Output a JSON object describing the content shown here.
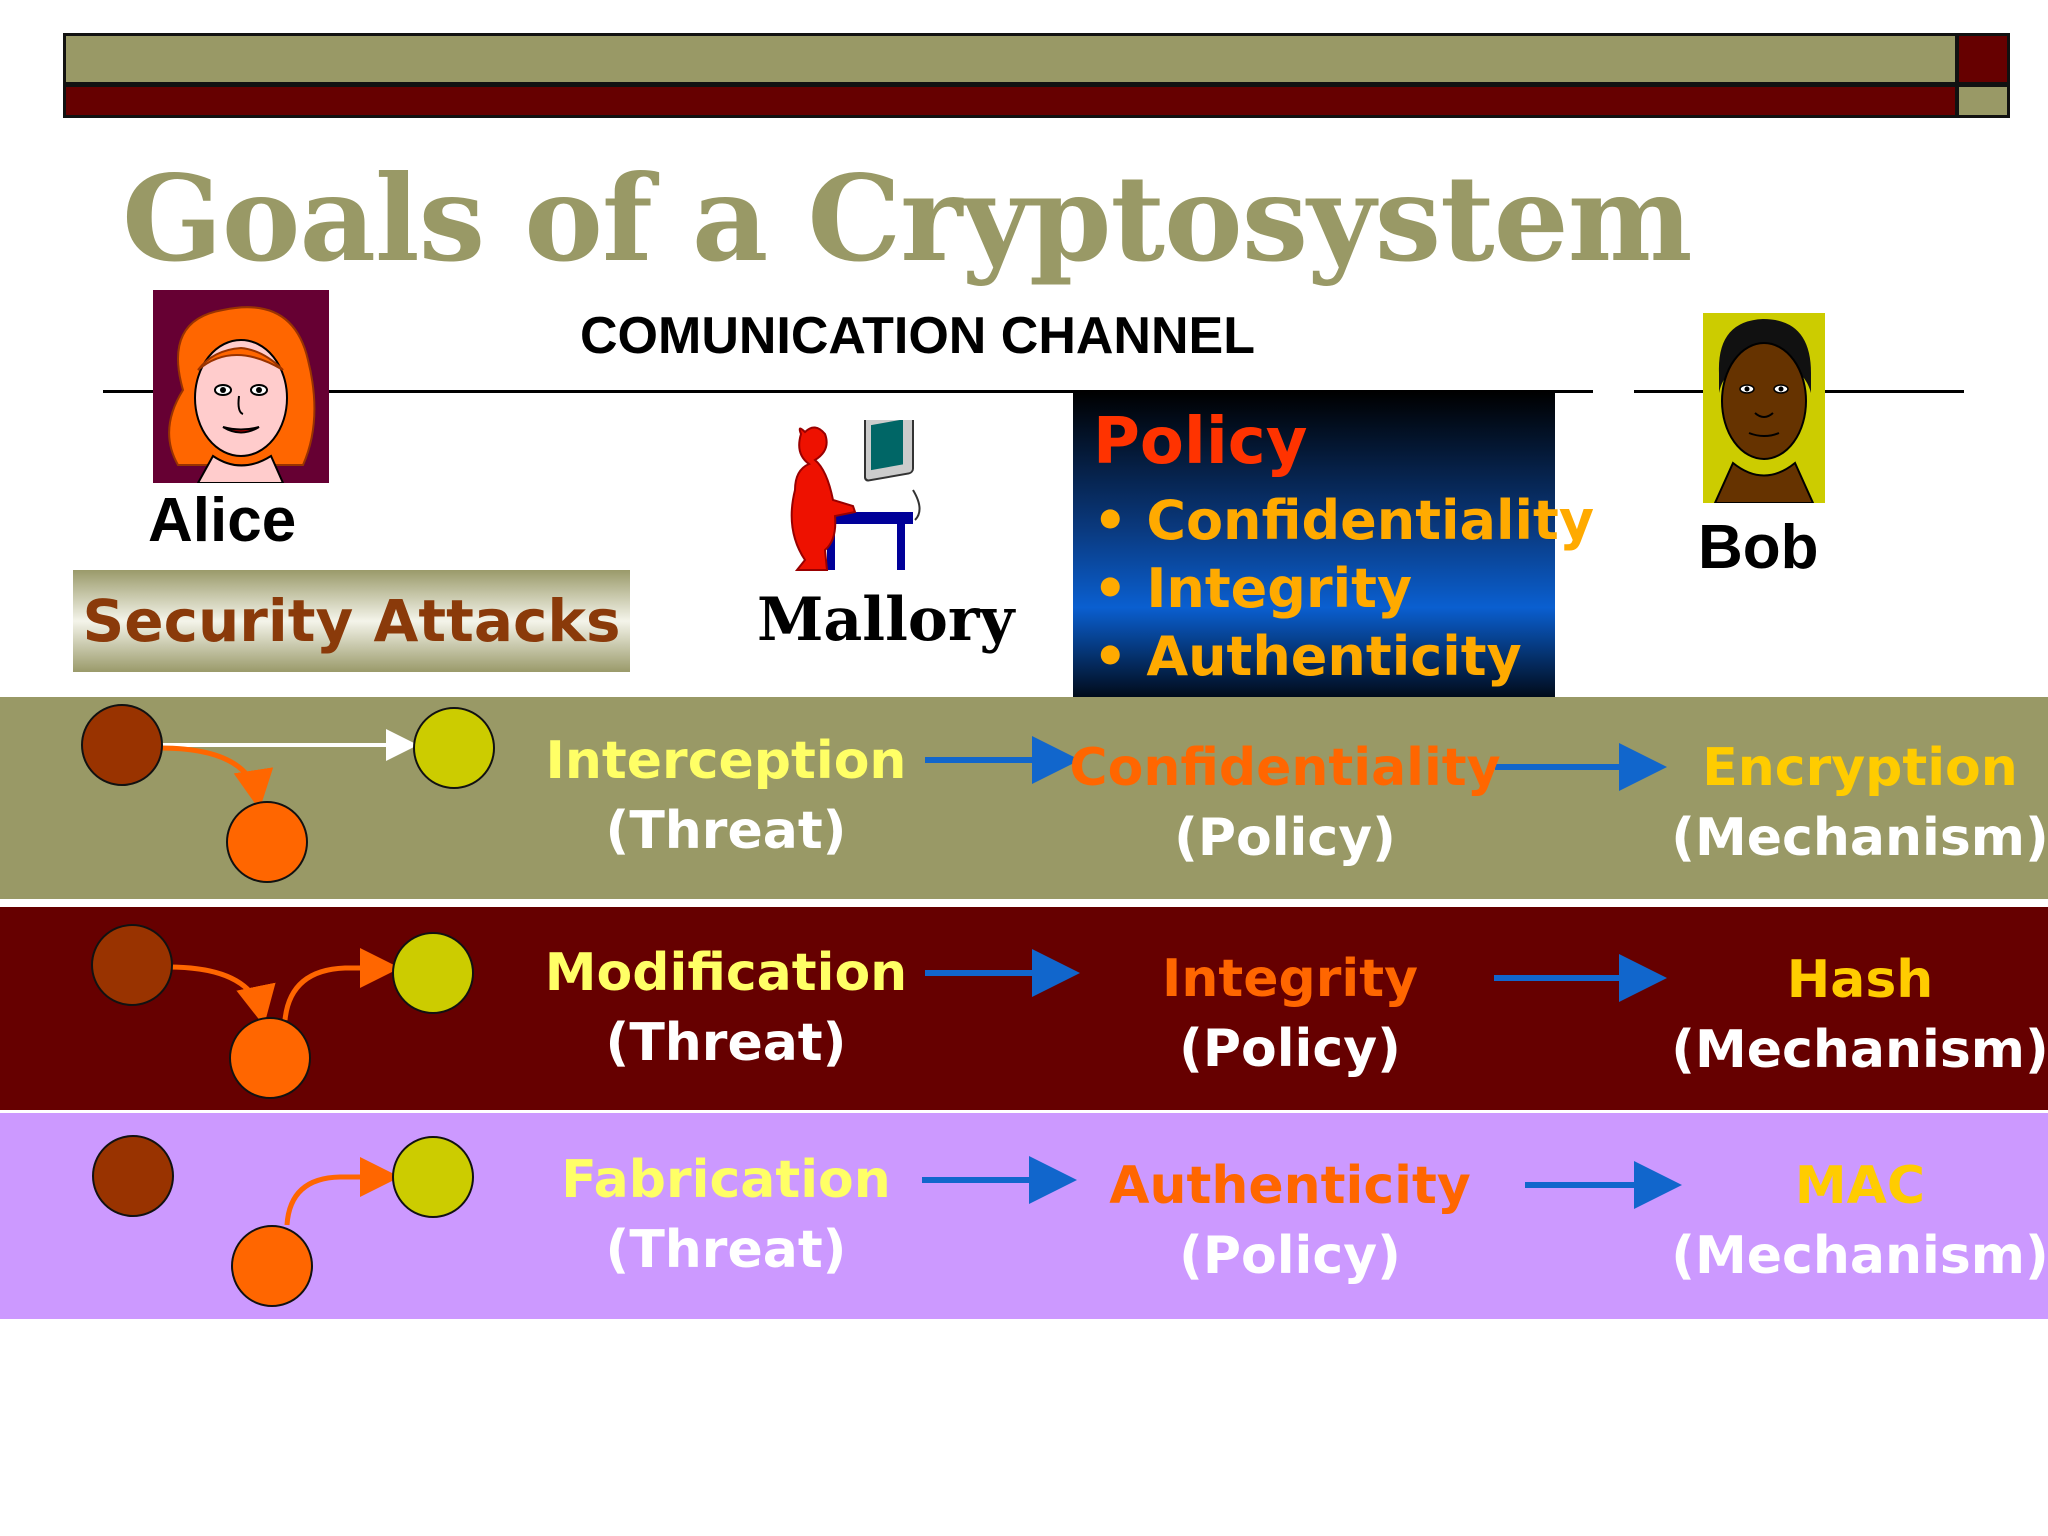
{
  "title": "Goals of a Cryptosystem",
  "channel_label": "COMUNICATION CHANNEL",
  "people": {
    "alice": "Alice",
    "bob": "Bob",
    "mallory": "Mallory"
  },
  "security_attacks": "Security Attacks",
  "policy": {
    "title": "Policy",
    "items": [
      "• Confidentiality",
      "• Integrity",
      "• Authenticity"
    ]
  },
  "rows": [
    {
      "threat": "Interception",
      "threat_sub": "(Threat)",
      "policy": "Confidentiality",
      "policy_sub": "(Policy)",
      "mechanism": "Encryption",
      "mechanism_sub": "(Mechanism)"
    },
    {
      "threat": "Modification",
      "threat_sub": "(Threat)",
      "policy": "Integrity",
      "policy_sub": "(Policy)",
      "mechanism": "Hash",
      "mechanism_sub": "(Mechanism)"
    },
    {
      "threat": "Fabrication",
      "threat_sub": "(Threat)",
      "policy": "Authenticity",
      "policy_sub": "(Policy)",
      "mechanism": "MAC",
      "mechanism_sub": "(Mechanism)"
    }
  ],
  "colors": {
    "olive": "#999966",
    "maroon": "#660000",
    "lavender": "#cc99ff",
    "threat_text": "#ffff66",
    "policy_text": "#ff6600",
    "mechanism_text": "#ffcc00",
    "sub_text": "#ffffff",
    "arrow_blue": "#1166cc",
    "node_source": "#993300",
    "node_dest": "#cccc00",
    "node_attacker": "#ff6600"
  }
}
